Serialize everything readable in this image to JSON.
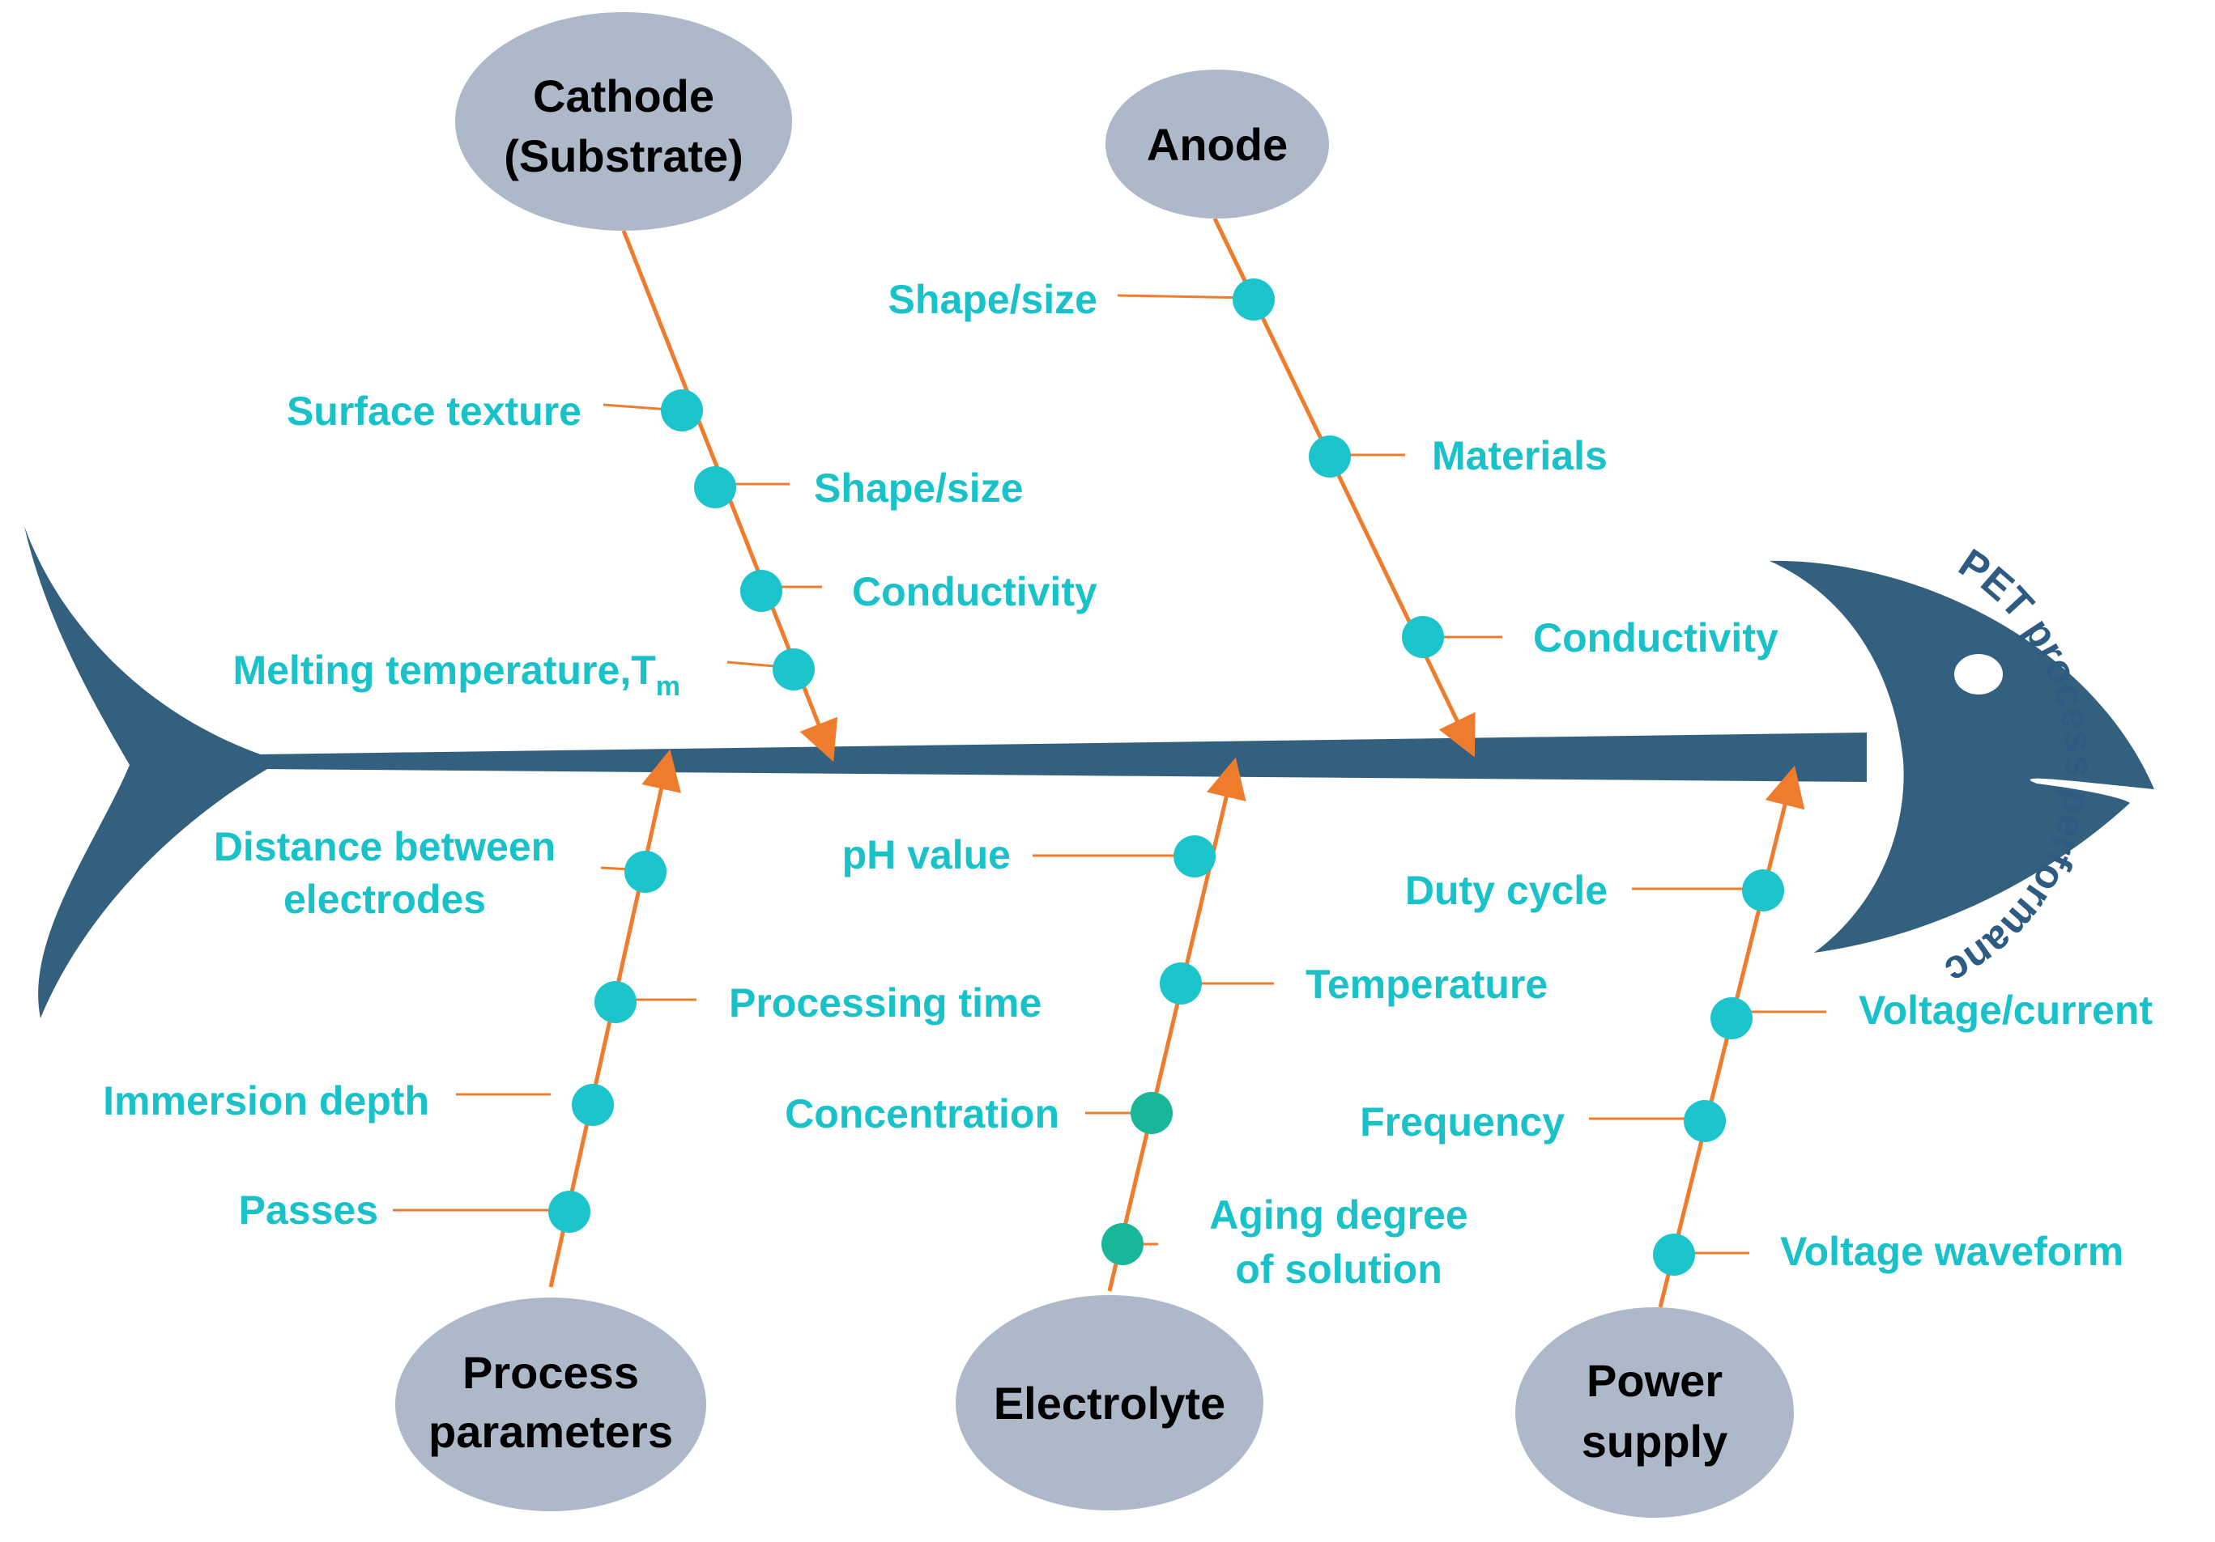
{
  "title": "CPET process performance",
  "colors": {
    "fish": "#34607f",
    "bone": "#ef7c2c",
    "node": "#1cc5cc",
    "node_alt": "#19b79a",
    "label": "#19c1c9",
    "ellipse": "#adb8c9",
    "eye": "#ffffff",
    "title": "#2e5b82"
  },
  "categories": {
    "cathode": {
      "lines": [
        "Cathode",
        "(Substrate)"
      ]
    },
    "anode": {
      "lines": [
        "Anode"
      ]
    },
    "process": {
      "lines": [
        "Process",
        "parameters"
      ]
    },
    "electrolyte": {
      "lines": [
        "Electrolyte"
      ]
    },
    "power": {
      "lines": [
        "Power",
        "supply"
      ]
    }
  },
  "factors": {
    "cathode": [
      "Surface texture",
      "Shape/size",
      "Conductivity",
      "Melting temperature,T",
      "m"
    ],
    "anode": [
      "Shape/size",
      "Materials",
      "Conductivity"
    ],
    "process": [
      "Distance between",
      "electrodes",
      "Processing time",
      "Immersion depth",
      "Passes"
    ],
    "electrolyte": [
      "pH value",
      "Temperature",
      "Concentration",
      "Aging degree",
      "of solution"
    ],
    "power": [
      "Duty cycle",
      "Voltage/current",
      "Frequency",
      "Voltage waveform"
    ]
  }
}
